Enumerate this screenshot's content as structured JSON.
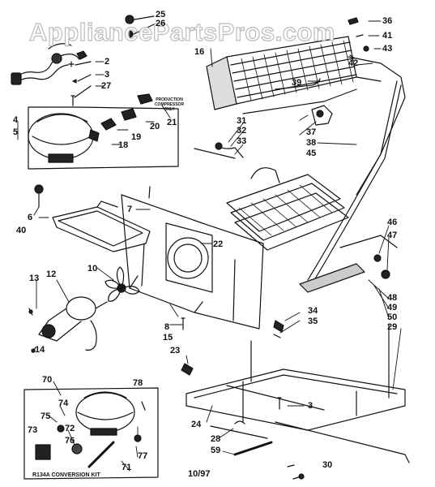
{
  "watermark": "AppliancePartsPros.com",
  "production_note": "PRODUCTION COMPRESSOR ONLY",
  "conversion_kit": "R134A CONVERSION KIT",
  "date_code": "10/97",
  "part_numbers": {
    "p2": "2",
    "p3": "3",
    "p3b": "3",
    "p4": "4",
    "p5": "5",
    "p6": "6",
    "p7": "7",
    "p8": "8",
    "p10": "10",
    "p12": "12",
    "p13": "13",
    "p14": "14",
    "p15": "15",
    "p16": "16",
    "p18": "18",
    "p19": "19",
    "p20": "20",
    "p21": "21",
    "p22": "22",
    "p23": "23",
    "p24": "24",
    "p25": "25",
    "p26": "26",
    "p27": "27",
    "p28": "28",
    "p29": "29",
    "p30": "30",
    "p31": "31",
    "p32": "32",
    "p33": "33",
    "p34": "34",
    "p35": "35",
    "p36": "36",
    "p37": "37",
    "p38": "38",
    "p39": "39",
    "p40": "40",
    "p41": "41",
    "p42": "42",
    "p43": "43",
    "p45": "45",
    "p46": "46",
    "p47": "47",
    "p48": "48",
    "p49": "49",
    "p50": "50",
    "p59": "59",
    "p70": "70",
    "p71": "71",
    "p72": "72",
    "p73": "73",
    "p74": "74",
    "p75": "75",
    "p76": "76",
    "p77": "77",
    "p78": "78"
  }
}
